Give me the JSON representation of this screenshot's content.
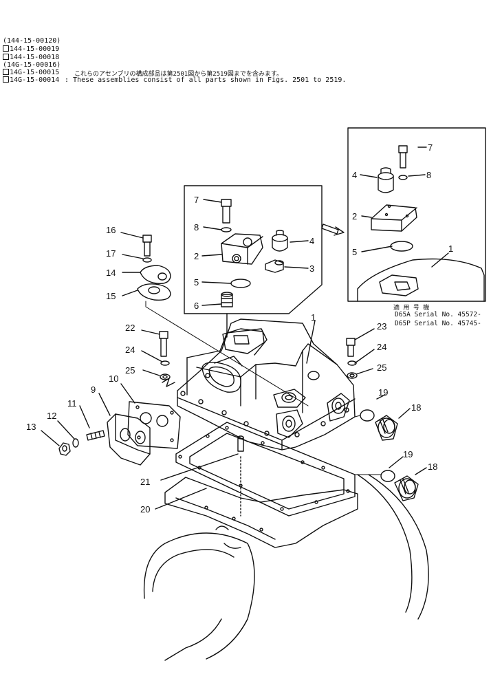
{
  "header": {
    "lines": [
      {
        "box": false,
        "text": "(144-15-00120)"
      },
      {
        "box": true,
        "text": "144-15-00019"
      },
      {
        "box": true,
        "text": "144-15-00018"
      },
      {
        "box": false,
        "text": "(14G-15-00016)"
      },
      {
        "box": true,
        "text": "14G-15-00015"
      },
      {
        "box": true,
        "text": "14G-15-00014"
      }
    ],
    "note_jp": "これらのアセンブリの構成部品は第2501図から第2519図までを含みます。",
    "note_en": ": These assemblies consist of all parts shown in Figs. 2501 to 2519."
  },
  "inset": {
    "heading": "適 用 号 機",
    "serial_1": "D65A Serial No. 45572-",
    "serial_2": "D65P Serial No. 45745-"
  },
  "callouts": {
    "c1": "1",
    "c2": "2",
    "c3": "3",
    "c4": "4",
    "c5": "5",
    "c6": "6",
    "c7": "7",
    "c8": "8",
    "c9": "9",
    "c10": "10",
    "c11": "11",
    "c12": "12",
    "c13": "13",
    "c14": "14",
    "c15": "15",
    "c16": "16",
    "c17": "17",
    "c18": "18",
    "c19": "19",
    "c20": "20",
    "c21": "21",
    "c22": "22",
    "c23": "23",
    "c24": "24",
    "c25": "25"
  }
}
